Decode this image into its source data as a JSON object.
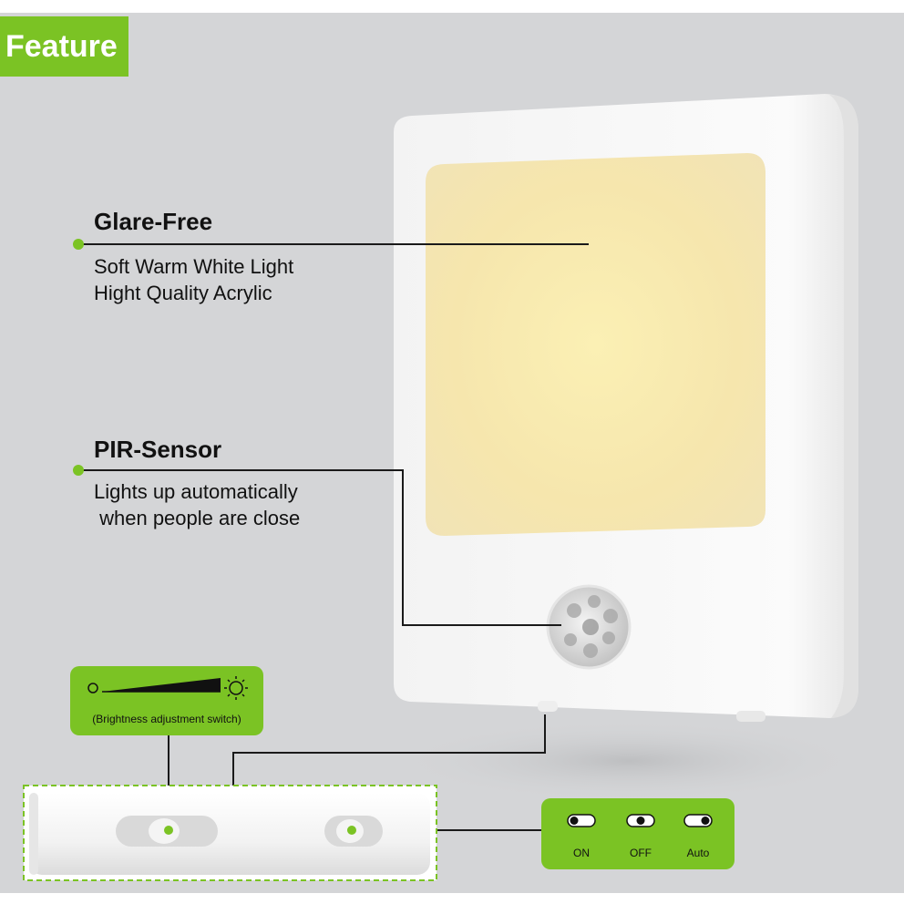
{
  "badge": {
    "label": "Feature"
  },
  "features": [
    {
      "title": "Glare-Free",
      "lines": [
        "Soft Warm White Light",
        "Hight Quality Acrylic"
      ]
    },
    {
      "title": "PIR-Sensor",
      "lines": [
        "Lights up automatically",
        " when people are close"
      ]
    }
  ],
  "brightness": {
    "caption": "(Brightness adjustment switch)",
    "icons": [
      "moon-dim-icon",
      "sun-bright-icon"
    ]
  },
  "mode_switch": {
    "options": [
      "ON",
      "OFF",
      "Auto"
    ]
  },
  "colors": {
    "accent": "#7bc324",
    "background": "#d4d5d7",
    "glow": "#f7e6a8",
    "device": "#f6f6f6"
  }
}
